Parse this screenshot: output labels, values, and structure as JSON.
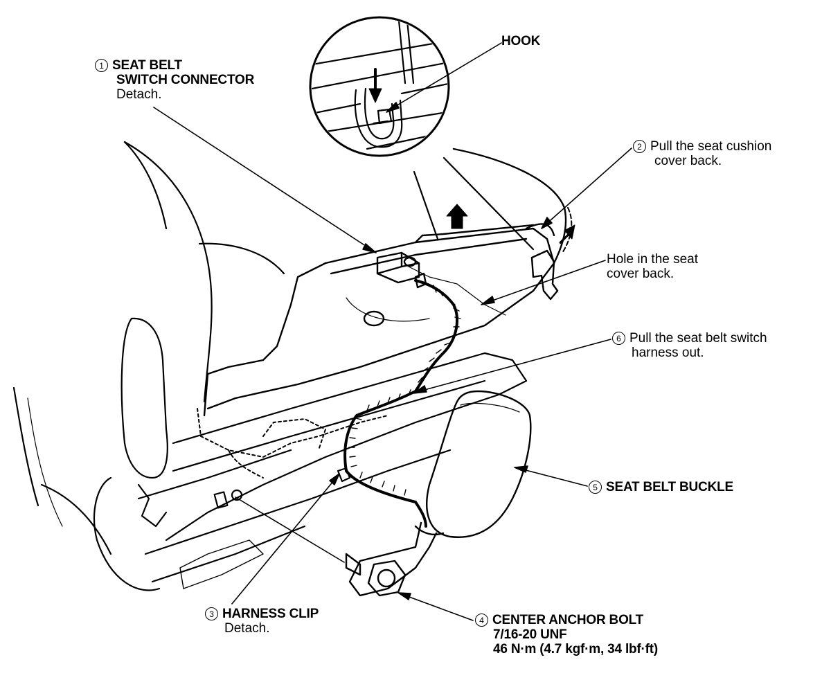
{
  "callouts": {
    "c1": {
      "number": "1",
      "title_line1": "SEAT BELT",
      "title_line2": "SWITCH CONNECTOR",
      "action": "Detach."
    },
    "hook": {
      "text": "HOOK"
    },
    "c2": {
      "number": "2",
      "line1": "Pull the seat cushion",
      "line2": "cover back."
    },
    "hole": {
      "line1": "Hole in the seat",
      "line2": "cover back."
    },
    "c6": {
      "number": "6",
      "line1": "Pull the seat belt switch",
      "line2": "harness out."
    },
    "c5": {
      "number": "5",
      "title": "SEAT BELT BUCKLE"
    },
    "c3": {
      "number": "3",
      "title": "HARNESS CLIP",
      "action": "Detach."
    },
    "c4": {
      "number": "4",
      "title": "CENTER ANCHOR BOLT",
      "spec": "7/16-20 UNF",
      "torque": "46 N·m (4.7 kgf·m, 34 lbf·ft)"
    }
  },
  "colors": {
    "ink": "#000000",
    "paper": "#ffffff"
  }
}
